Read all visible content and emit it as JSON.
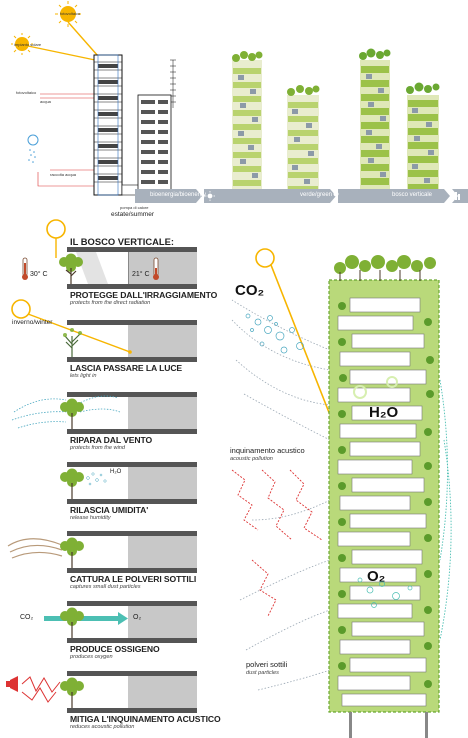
{
  "top": {
    "sun_label": "fotovoltaico",
    "sun2_label": "impianto solare",
    "side_note_1": "fotovoltaico",
    "side_note_2": "acqua",
    "side_note_3": "raccolta acqua",
    "under_note": "pompa di calore",
    "season": "estate/summer",
    "band": [
      "bioenergia/bioenergy",
      "verde/green",
      "bosco verticale"
    ]
  },
  "left": {
    "title": "IL BOSCO VERTICALE:",
    "temp_hot": "30° C",
    "temp_cool": "21° C",
    "winter": "inverno/winter",
    "h2o": "H₂O",
    "co2": "CO₂",
    "o2": "O₂",
    "items": [
      {
        "title": "PROTEGGE DALL'IRRAGGIAMENTO",
        "sub": "protects from the direct radiation"
      },
      {
        "title": "LASCIA PASSARE LA LUCE",
        "sub": "lets light in"
      },
      {
        "title": "RIPARA  DAL VENTO",
        "sub": "protects from the wind"
      },
      {
        "title": "RILASCIA UMIDITA'",
        "sub": "release humidity"
      },
      {
        "title": "CATTURA LE POLVERI SOTTILI",
        "sub": "captures small dust particles"
      },
      {
        "title": "PRODUCE OSSIGENO",
        "sub": "produces oxygen"
      },
      {
        "title": "MITIGA L'INQUINAMENTO ACUSTICO",
        "sub": "reduces acoustic pollution"
      }
    ]
  },
  "right": {
    "co2": "CO₂",
    "h2o": "H₂O",
    "o2": "O₂",
    "noise_title": "inquinamento acustico",
    "noise_sub": "acoustic pollution",
    "dust_title": "polveri sottili",
    "dust_sub": "dust particles"
  },
  "colors": {
    "green_light": "#b9d97a",
    "green": "#6aa832",
    "band": "#a8b1bc",
    "sun": "#f7b500",
    "gray_slab": "#c8c8c8"
  }
}
